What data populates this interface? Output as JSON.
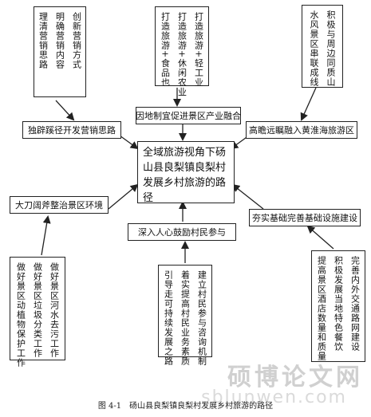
{
  "center": {
    "text": "全域旅游视角下砀山县良梨镇良梨村发展乡村旅游的路径"
  },
  "top_middle": {
    "text": "因地制宜促进景区产业融合"
  },
  "left_mid1": {
    "text": "独辟蹊径开发营销思路"
  },
  "right_mid1": {
    "text": "高瞻远瞩融入黄淮海旅游区"
  },
  "left_mid2": {
    "text": "大刀阔斧整治景区环境"
  },
  "right_mid2": {
    "text": "夯实基础完善基础设施建设"
  },
  "bottom_middle": {
    "text": "深入人心鼓励村民参与"
  },
  "top_left": {
    "lines": [
      "创新营销方式",
      "明确营销内容",
      "理清营销思路"
    ]
  },
  "top_center": {
    "lines": [
      "打造旅游+轻工业",
      "打造旅游+休闲农业",
      "打造旅游+食品也"
    ]
  },
  "top_right": {
    "lines": [
      "积极与周边同质山",
      "水风景区串联成线"
    ]
  },
  "bottom_left": {
    "lines": [
      "做好景区河水去污工作",
      "做好景区垃圾分类工作",
      "做好景区动植物保护工作"
    ]
  },
  "bottom_center": {
    "lines": [
      "建立村民参与咨询机制",
      "着实提高村民业务素质",
      "引导走可持续发展之路"
    ]
  },
  "bottom_right": {
    "lines": [
      "完善内外交通路网建设",
      "积极发展当地特色餐饮",
      "提高景区酒店数量和质量"
    ]
  },
  "caption": {
    "text": "图 4-1　砀山县良梨镇良梨村发展乡村旅游的路径"
  },
  "watermark": {
    "text": "硕博论文网",
    "url": "sblunwen.com"
  }
}
